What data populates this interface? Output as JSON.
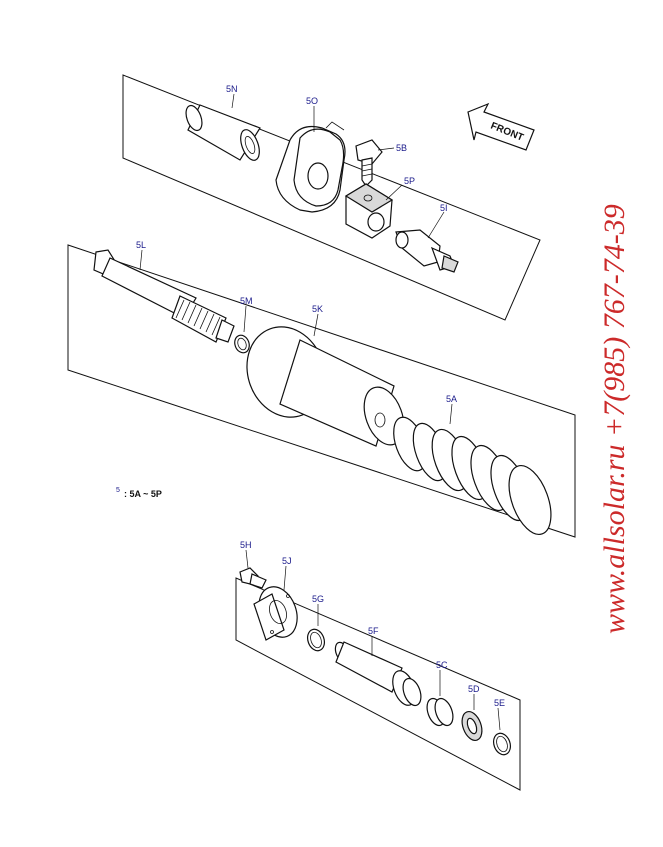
{
  "labels": {
    "p5N": "5N",
    "p5O": "5O",
    "p5B": "5B",
    "p5P": "5P",
    "p5I": "5I",
    "p5L": "5L",
    "p5M": "5M",
    "p5K": "5K",
    "p5A": "5A",
    "p5H": "5H",
    "p5J": "5J",
    "p5G": "5G",
    "p5F": "5F",
    "p5C": "5C",
    "p5D": "5D",
    "p5E": "5E"
  },
  "front_label": "FRONT",
  "note": {
    "superscript": "5",
    "text": ": 5A ~ 5P"
  },
  "watermark": "www.allsolar.ru  +7(985) 767-74-39",
  "colors": {
    "label": "#1a1a8a",
    "watermark": "#cc2a2a",
    "line": "#111111"
  }
}
